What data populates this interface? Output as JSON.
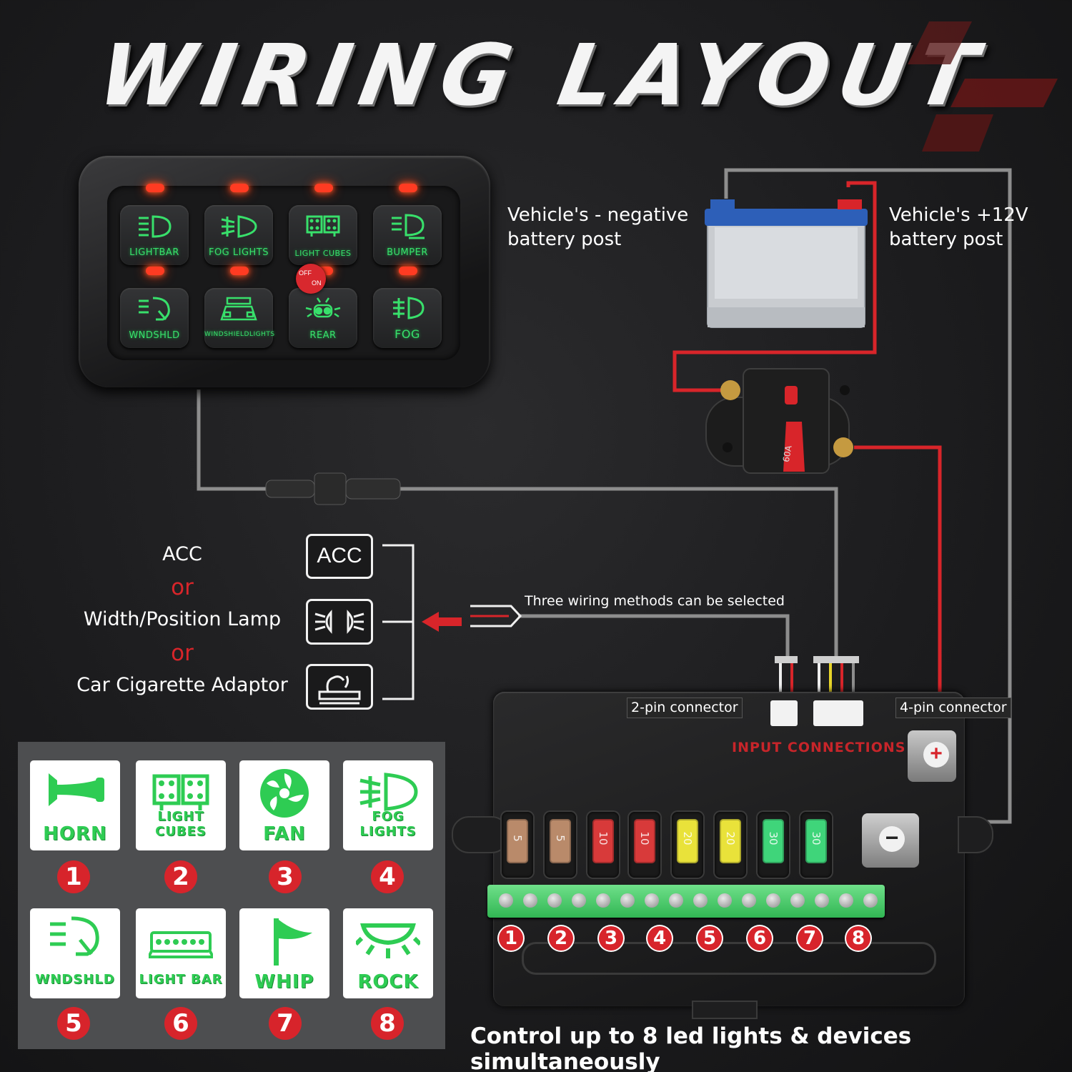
{
  "title": "WIRING LAYOUT",
  "switch_panel": {
    "switches": [
      {
        "label": "LIGHTBAR",
        "icon": "light-bar-icon"
      },
      {
        "label": "FOG LIGHTS",
        "icon": "fog-light-icon"
      },
      {
        "label": "LIGHT CUBES",
        "icon": "light-cubes-icon"
      },
      {
        "label": "BUMPER",
        "icon": "bumper-light-icon"
      },
      {
        "label": "WNDSHLD",
        "icon": "windshield-light-icon"
      },
      {
        "label": "WINDSHIELDLIGHTS",
        "icon": "windshield-bar-icon"
      },
      {
        "label": "REAR",
        "icon": "rear-light-icon"
      },
      {
        "label": "FOG",
        "icon": "fog-icon"
      }
    ],
    "power_off": "OFF",
    "power_on": "ON"
  },
  "battery": {
    "negative_label": "Vehicle's - negative",
    "negative_label_2": "battery post",
    "positive_label": "Vehicle's +12V",
    "positive_label_2": "battery post"
  },
  "breaker": {
    "rating": "60A"
  },
  "power_source": {
    "acc": "ACC",
    "or_1": "or",
    "width_lamp": "Width/Position Lamp",
    "or_2": "or",
    "cigarette": "Car Cigarette Adaptor",
    "acc_box": "ACC",
    "note": "Three wiring methods can be selected"
  },
  "connectors": {
    "two_pin": "2-pin connector",
    "four_pin": "4-pin connector",
    "input": "INPUT CONNECTIONS"
  },
  "fuses": [
    {
      "rating": "5",
      "color": "#b98a6a"
    },
    {
      "rating": "5",
      "color": "#b98a6a"
    },
    {
      "rating": "10",
      "color": "#d83a3a"
    },
    {
      "rating": "10",
      "color": "#d83a3a"
    },
    {
      "rating": "20",
      "color": "#e9e23a"
    },
    {
      "rating": "20",
      "color": "#e9e23a"
    },
    {
      "rating": "30",
      "color": "#3fd57a"
    },
    {
      "rating": "30",
      "color": "#3fd57a"
    }
  ],
  "terminal_numbers": [
    "1",
    "2",
    "3",
    "4",
    "5",
    "6",
    "7",
    "8"
  ],
  "icon_grid": [
    {
      "label": "HORN",
      "number": "1",
      "icon": "horn-icon"
    },
    {
      "label": "LIGHT CUBES",
      "number": "2",
      "icon": "light-cubes-icon"
    },
    {
      "label": "FAN",
      "number": "3",
      "icon": "fan-icon"
    },
    {
      "label": "FOG LIGHTS",
      "number": "4",
      "icon": "fog-light-icon"
    },
    {
      "label": "WNDSHLD",
      "number": "5",
      "icon": "windshield-light-icon"
    },
    {
      "label": "LIGHT BAR",
      "number": "6",
      "icon": "light-bar-icon"
    },
    {
      "label": "WHIP",
      "number": "7",
      "icon": "whip-flag-icon"
    },
    {
      "label": "ROCK",
      "number": "8",
      "icon": "rock-light-icon"
    }
  ],
  "footer": "Control up to 8 led lights & devices simultaneously",
  "colors": {
    "accent_red": "#d7242b",
    "led_green": "#38e06b",
    "wire_red": "#d8252a",
    "wire_gray": "#8d8d8d"
  }
}
